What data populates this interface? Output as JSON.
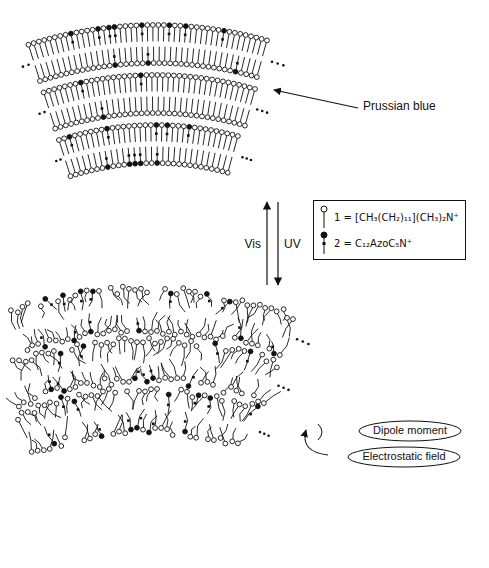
{
  "diagram": {
    "nodes": [
      {
        "text": [
          "Dipole moment"
        ]
      },
      {
        "text": [
          "Electrostatic field"
        ]
      }
    ],
    "labels": [
      "Prussian blue",
      "Vis",
      "UV"
    ],
    "legend": [
      {
        "text": "1 = [CH₃(CH₂)₁₁](CH₃)₂N⁺"
      },
      {
        "text": "2 = C₁₂AzoC₅N⁺"
      }
    ]
  }
}
